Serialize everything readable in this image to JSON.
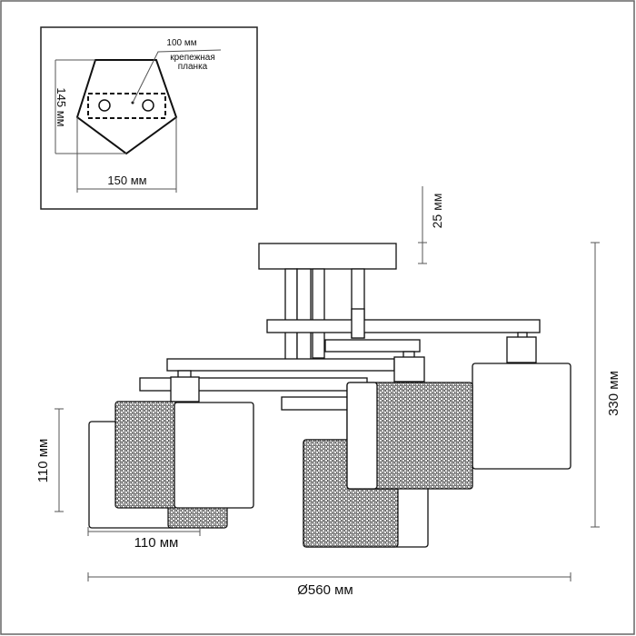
{
  "inset": {
    "plate_width_label": "100 мм",
    "plate_name_line1": "крепежная",
    "plate_name_line2": "планка",
    "height_label": "145 мм",
    "width_label": "150 мм"
  },
  "dimensions": {
    "canopy_height": "25 мм",
    "total_height": "330 мм",
    "shade_height": "110 мм",
    "shade_width": "110 мм",
    "diameter": "Ø560 мм"
  }
}
